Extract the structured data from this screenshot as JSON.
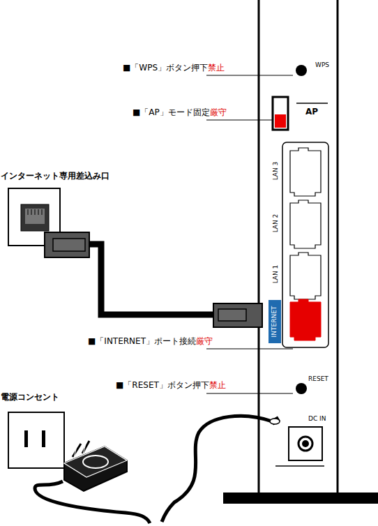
{
  "diagram": {
    "nodes": [
      {
        "text": [
          "INTERNET"
        ]
      }
    ],
    "labels": [
      "■「WPS」ボタン押下禁止",
      "WPS",
      "■「AP」モード固定厳守",
      "AP",
      "インターネット専用差込み口",
      "LAN 3",
      "LAN 2",
      "LAN 1",
      "■「INTERNET」ポート接続厳守",
      "■「RESET」ボタン押下禁止",
      "RESET",
      "電源コンセント",
      "DC IN"
    ]
  }
}
